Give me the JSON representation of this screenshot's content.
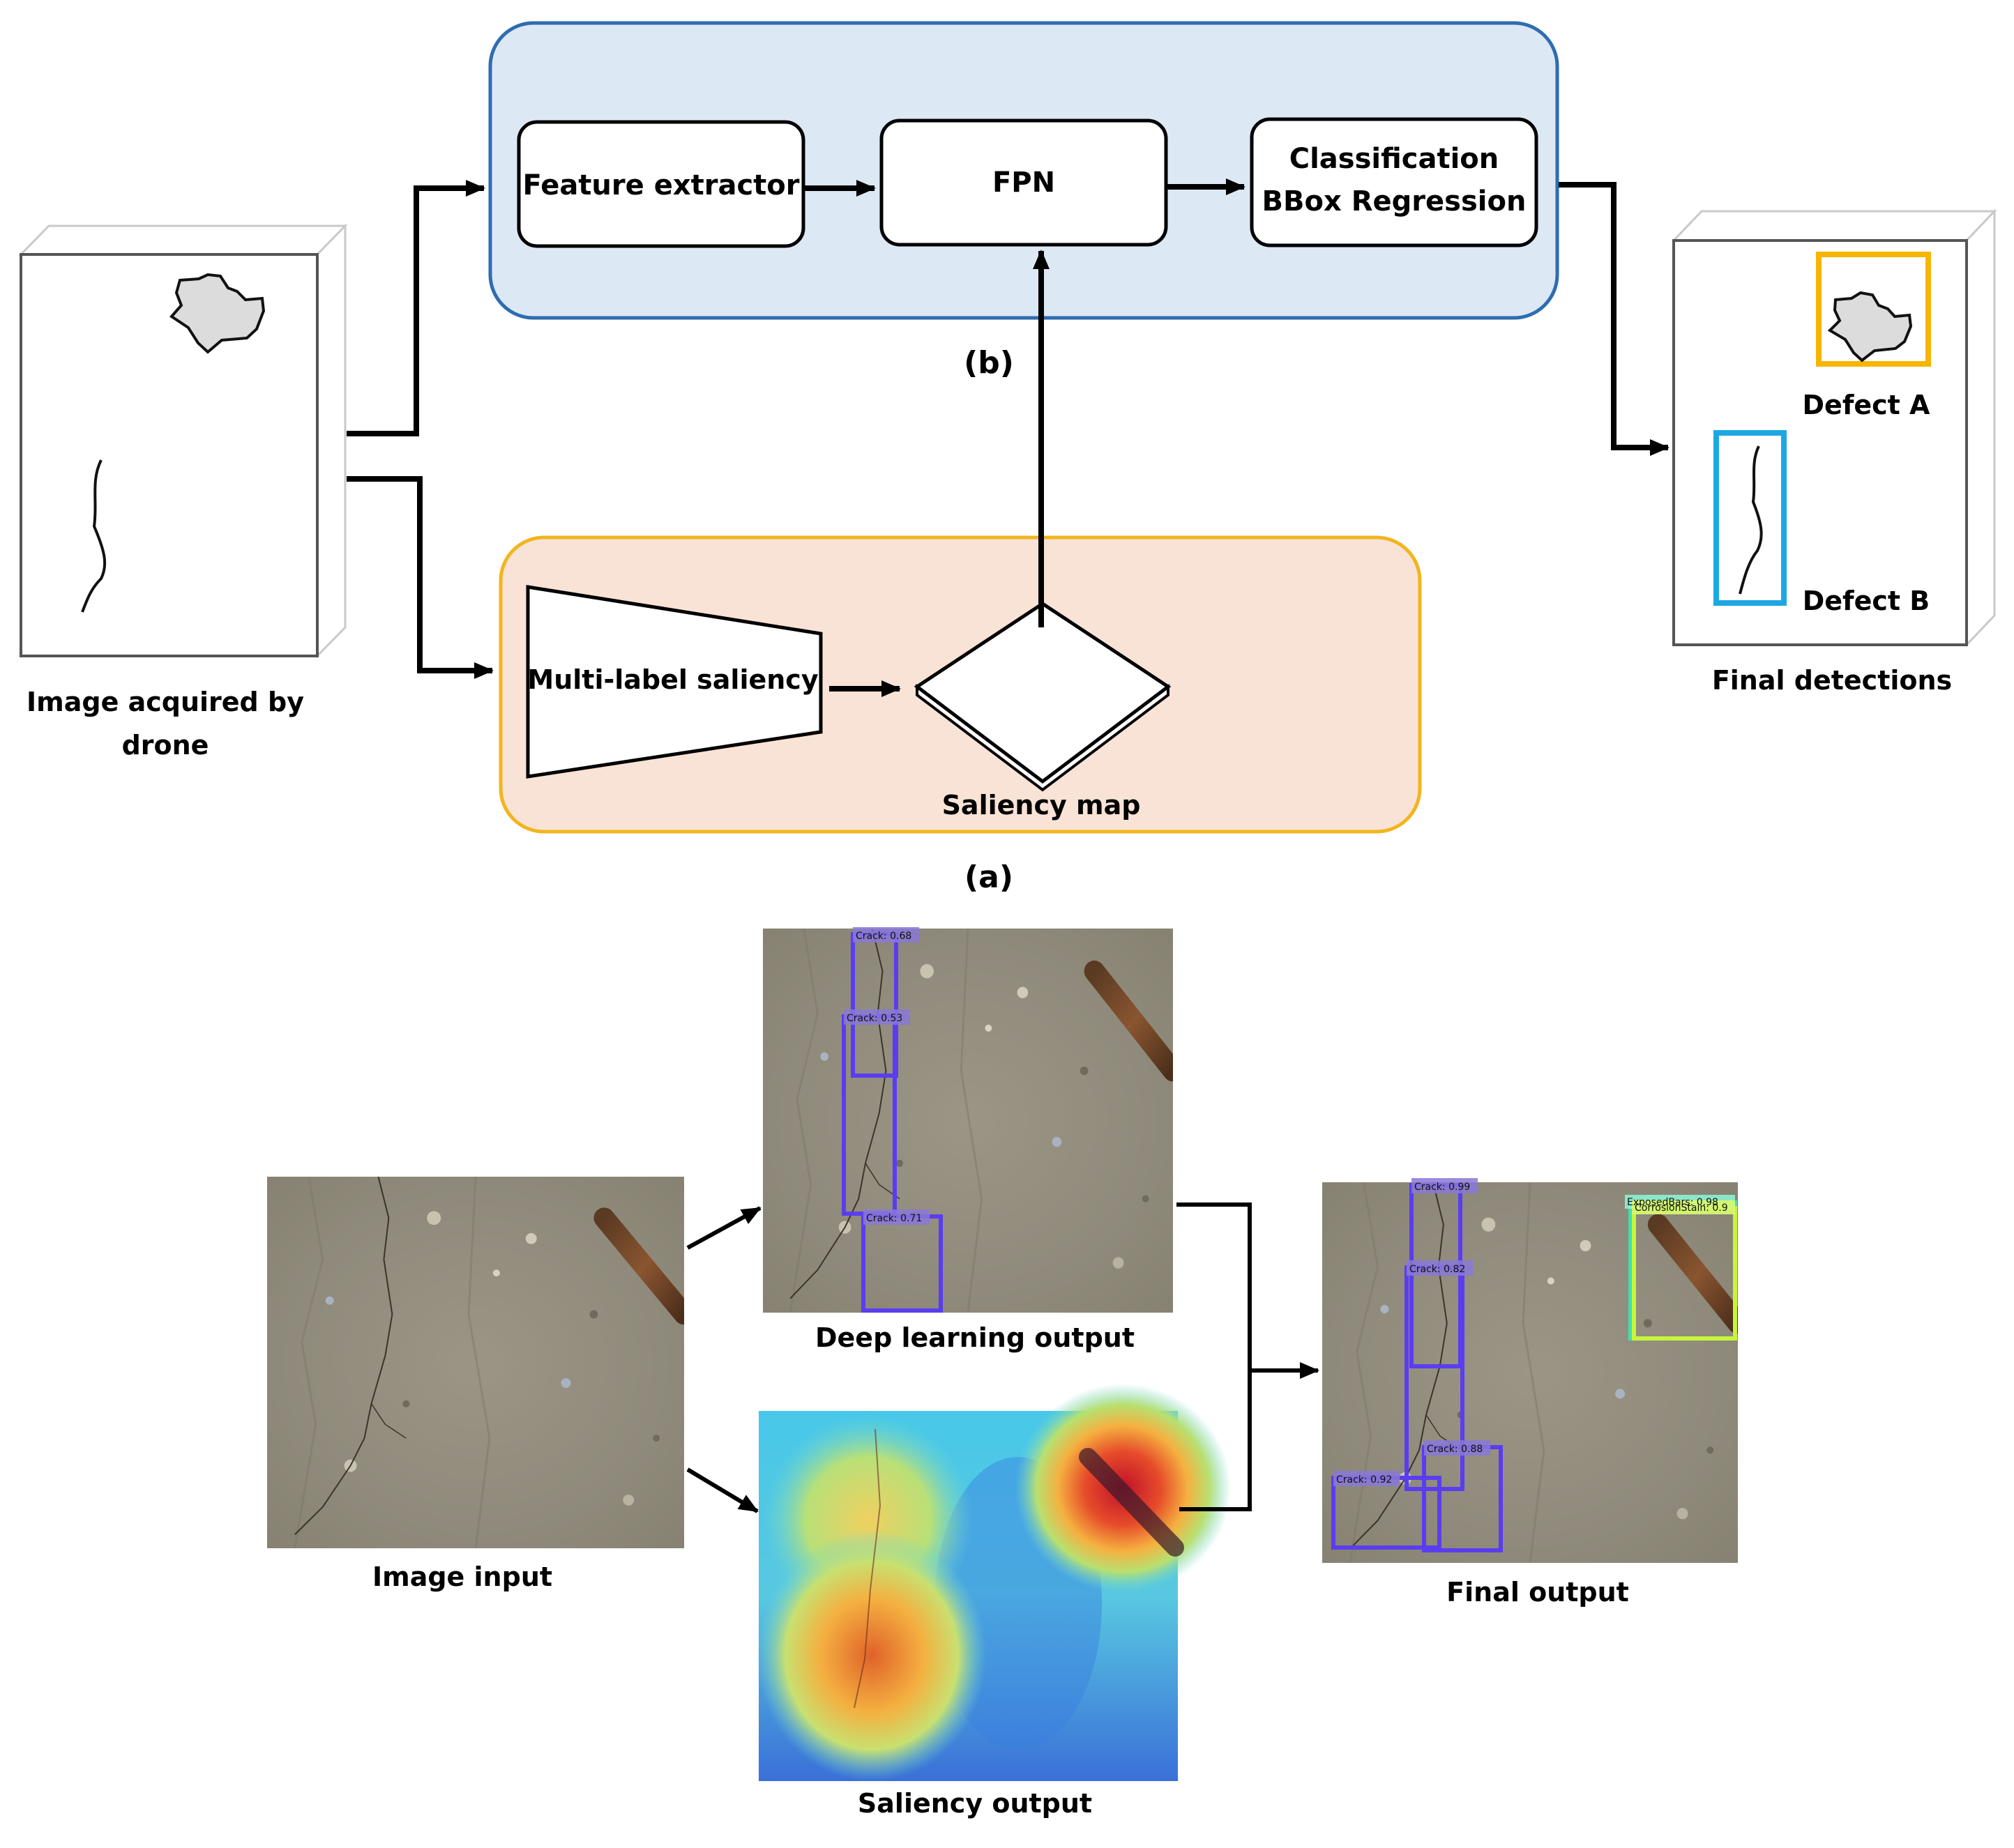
{
  "top": {
    "input_caption": [
      "Image acquired by",
      "drone"
    ],
    "module_b": {
      "feature_extractor": "Feature extractor",
      "fpn": "FPN",
      "head": [
        "Classification",
        "BBox Regression"
      ],
      "label": "(b)"
    },
    "module_a": {
      "saliency_net": "Multi-label saliency",
      "saliency_map": "Saliency map",
      "label": "(a)"
    },
    "output": {
      "defect_a": "Defect A",
      "defect_b": "Defect B",
      "caption": "Final detections"
    },
    "colors": {
      "module_b_fill": "#dde8f5",
      "module_b_border": "#2e6db0",
      "module_a_fill": "#f9e3d6",
      "module_a_border": "#f2b51e",
      "defect_a_box": "#f7b500",
      "defect_b_box": "#1ea8e3"
    }
  },
  "bottom": {
    "image_input": "Image input",
    "dl_output": {
      "caption": "Deep learning output",
      "detections": [
        "Crack: 0.68",
        "Crack: 0.53",
        "Crack: 0.71"
      ]
    },
    "saliency_output": "Saliency output",
    "final_output": {
      "caption": "Final output",
      "detections": [
        "Crack: 0.99",
        "Crack: 0.82",
        "Crack: 0.88",
        "Crack: 0.92",
        "ExposedBars: 0.98",
        "CorrosionStain: 0.9"
      ]
    },
    "colors": {
      "crack_box": "#5a3df0",
      "stain_box": "#c8f53a",
      "bars_box": "#3de0b0"
    }
  }
}
